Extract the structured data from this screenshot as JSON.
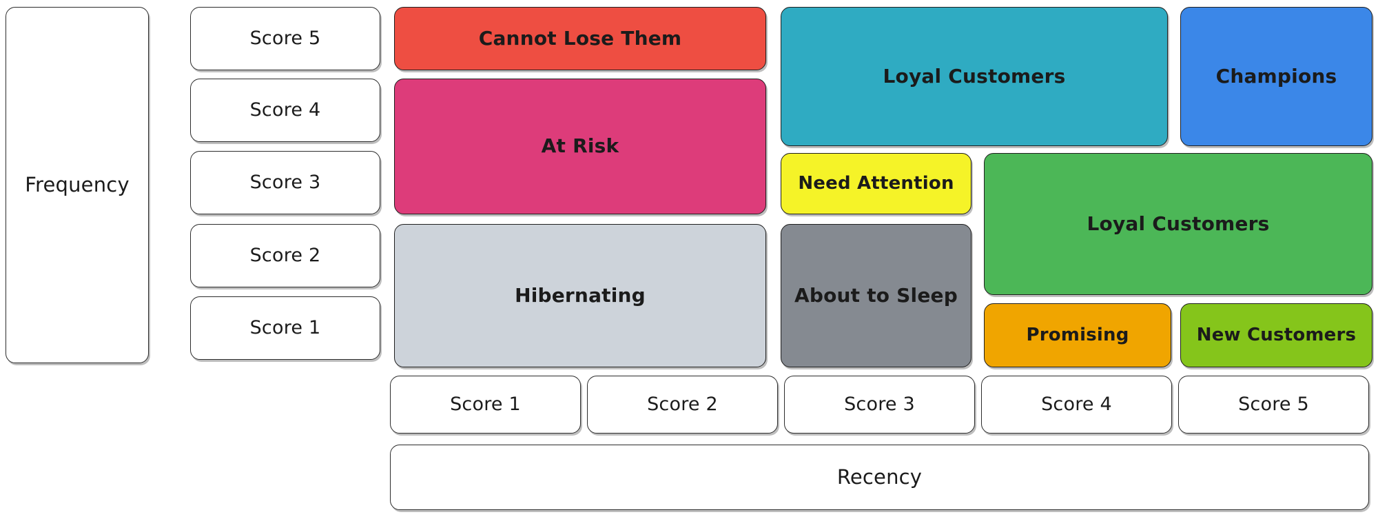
{
  "diagram": {
    "title_axes": {
      "frequency": "Frequency",
      "recency": "Recency"
    },
    "frequency_scores": [
      {
        "label": "Score 5"
      },
      {
        "label": "Score 4"
      },
      {
        "label": "Score 3"
      },
      {
        "label": "Score 2"
      },
      {
        "label": "Score 1"
      }
    ],
    "recency_scores": [
      {
        "label": "Score 1"
      },
      {
        "label": "Score 2"
      },
      {
        "label": "Score 3"
      },
      {
        "label": "Score 4"
      },
      {
        "label": "Score 5"
      }
    ],
    "segments": [
      {
        "id": "cannot-lose-them",
        "label": "Cannot Lose Them",
        "color": "#EE4E42",
        "recency_scores": [
          1,
          2
        ],
        "frequency_scores": [
          5
        ]
      },
      {
        "id": "at-risk",
        "label": "At Risk",
        "color": "#DD3C7A",
        "recency_scores": [
          1,
          2
        ],
        "frequency_scores": [
          3,
          4
        ]
      },
      {
        "id": "hibernating",
        "label": "Hibernating",
        "color": "#CDD3DA",
        "recency_scores": [
          1,
          2
        ],
        "frequency_scores": [
          1,
          2
        ]
      },
      {
        "id": "loyal-customers-teal",
        "label": "Loyal Customers",
        "color": "#2FABC2",
        "recency_scores": [
          3,
          4
        ],
        "frequency_scores": [
          4,
          5
        ]
      },
      {
        "id": "champions",
        "label": "Champions",
        "color": "#3B87E8",
        "recency_scores": [
          5
        ],
        "frequency_scores": [
          4,
          5
        ]
      },
      {
        "id": "need-attention",
        "label": "Need Attention",
        "color": "#F5F328",
        "recency_scores": [
          3
        ],
        "frequency_scores": [
          3
        ]
      },
      {
        "id": "loyal-customers-green",
        "label": "Loyal Customers",
        "color": "#4CB757",
        "recency_scores": [
          4,
          5
        ],
        "frequency_scores": [
          2,
          3
        ]
      },
      {
        "id": "about-to-sleep",
        "label": "About to Sleep",
        "color": "#858A91",
        "recency_scores": [
          3
        ],
        "frequency_scores": [
          1,
          2
        ]
      },
      {
        "id": "promising",
        "label": "Promising",
        "color": "#F0A500",
        "recency_scores": [
          4
        ],
        "frequency_scores": [
          1
        ]
      },
      {
        "id": "new-customers",
        "label": "New Customers",
        "color": "#85C51B",
        "recency_scores": [
          5
        ],
        "frequency_scores": [
          1
        ]
      }
    ]
  }
}
